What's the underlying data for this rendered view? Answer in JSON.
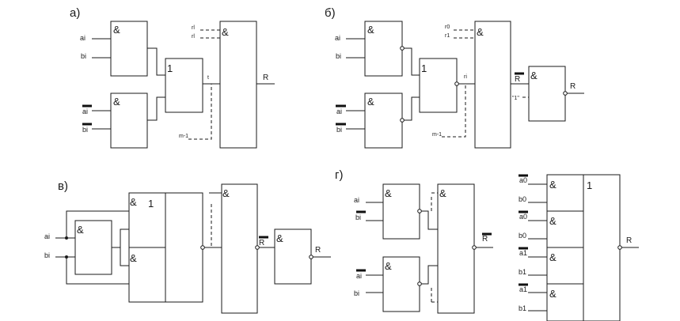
{
  "panels": {
    "a": {
      "label": "а)",
      "and_top": "&",
      "and_bottom": "&",
      "or_gate": "1",
      "and_big": "&",
      "in_ai": "ai",
      "in_bi": "bi",
      "in_ai_bar": "ai",
      "in_bi_bar": "bi",
      "wire_t": "t",
      "dash_in_1": "rl",
      "dash_in_2": "rl",
      "dash_in_3": "m-1",
      "output": "R"
    },
    "b": {
      "label": "б)",
      "and_top": "&",
      "and_bottom": "&",
      "or_gate": "1",
      "and_big": "&",
      "and_small": "&",
      "in_ai": "ai",
      "in_bi": "bi",
      "in_ai_bar": "ai",
      "in_bi_bar": "bi",
      "wire_t": "ri",
      "dash_in_1": "r0",
      "dash_in_2": "r1",
      "dash_in_3": "m-1",
      "output_rbar": "R",
      "one_input": "\"1\"",
      "output": "R"
    },
    "v": {
      "label": "в)",
      "and_inner": "&",
      "and_block_top": "&",
      "or_block": "1",
      "and_block_bottom": "&",
      "and_big": "&",
      "and_small": "&",
      "in_ai": "ai",
      "in_bi": "bi",
      "output_rbar": "R",
      "output": "R"
    },
    "g": {
      "label": "г)",
      "and_top": "&",
      "and_bottom": "&",
      "and_big": "&",
      "in_ai": "ai",
      "in_bi_bar": "bi",
      "in_ai_bar": "ai",
      "in_bi": "bi",
      "output_rbar": "R",
      "right_or": "1",
      "right_and": [
        "&",
        "&",
        "&",
        "&"
      ],
      "right_inputs": [
        "a0",
        "b0",
        "a0",
        "b0",
        "a1",
        "b1",
        "a1",
        "b1"
      ],
      "output": "R"
    }
  }
}
